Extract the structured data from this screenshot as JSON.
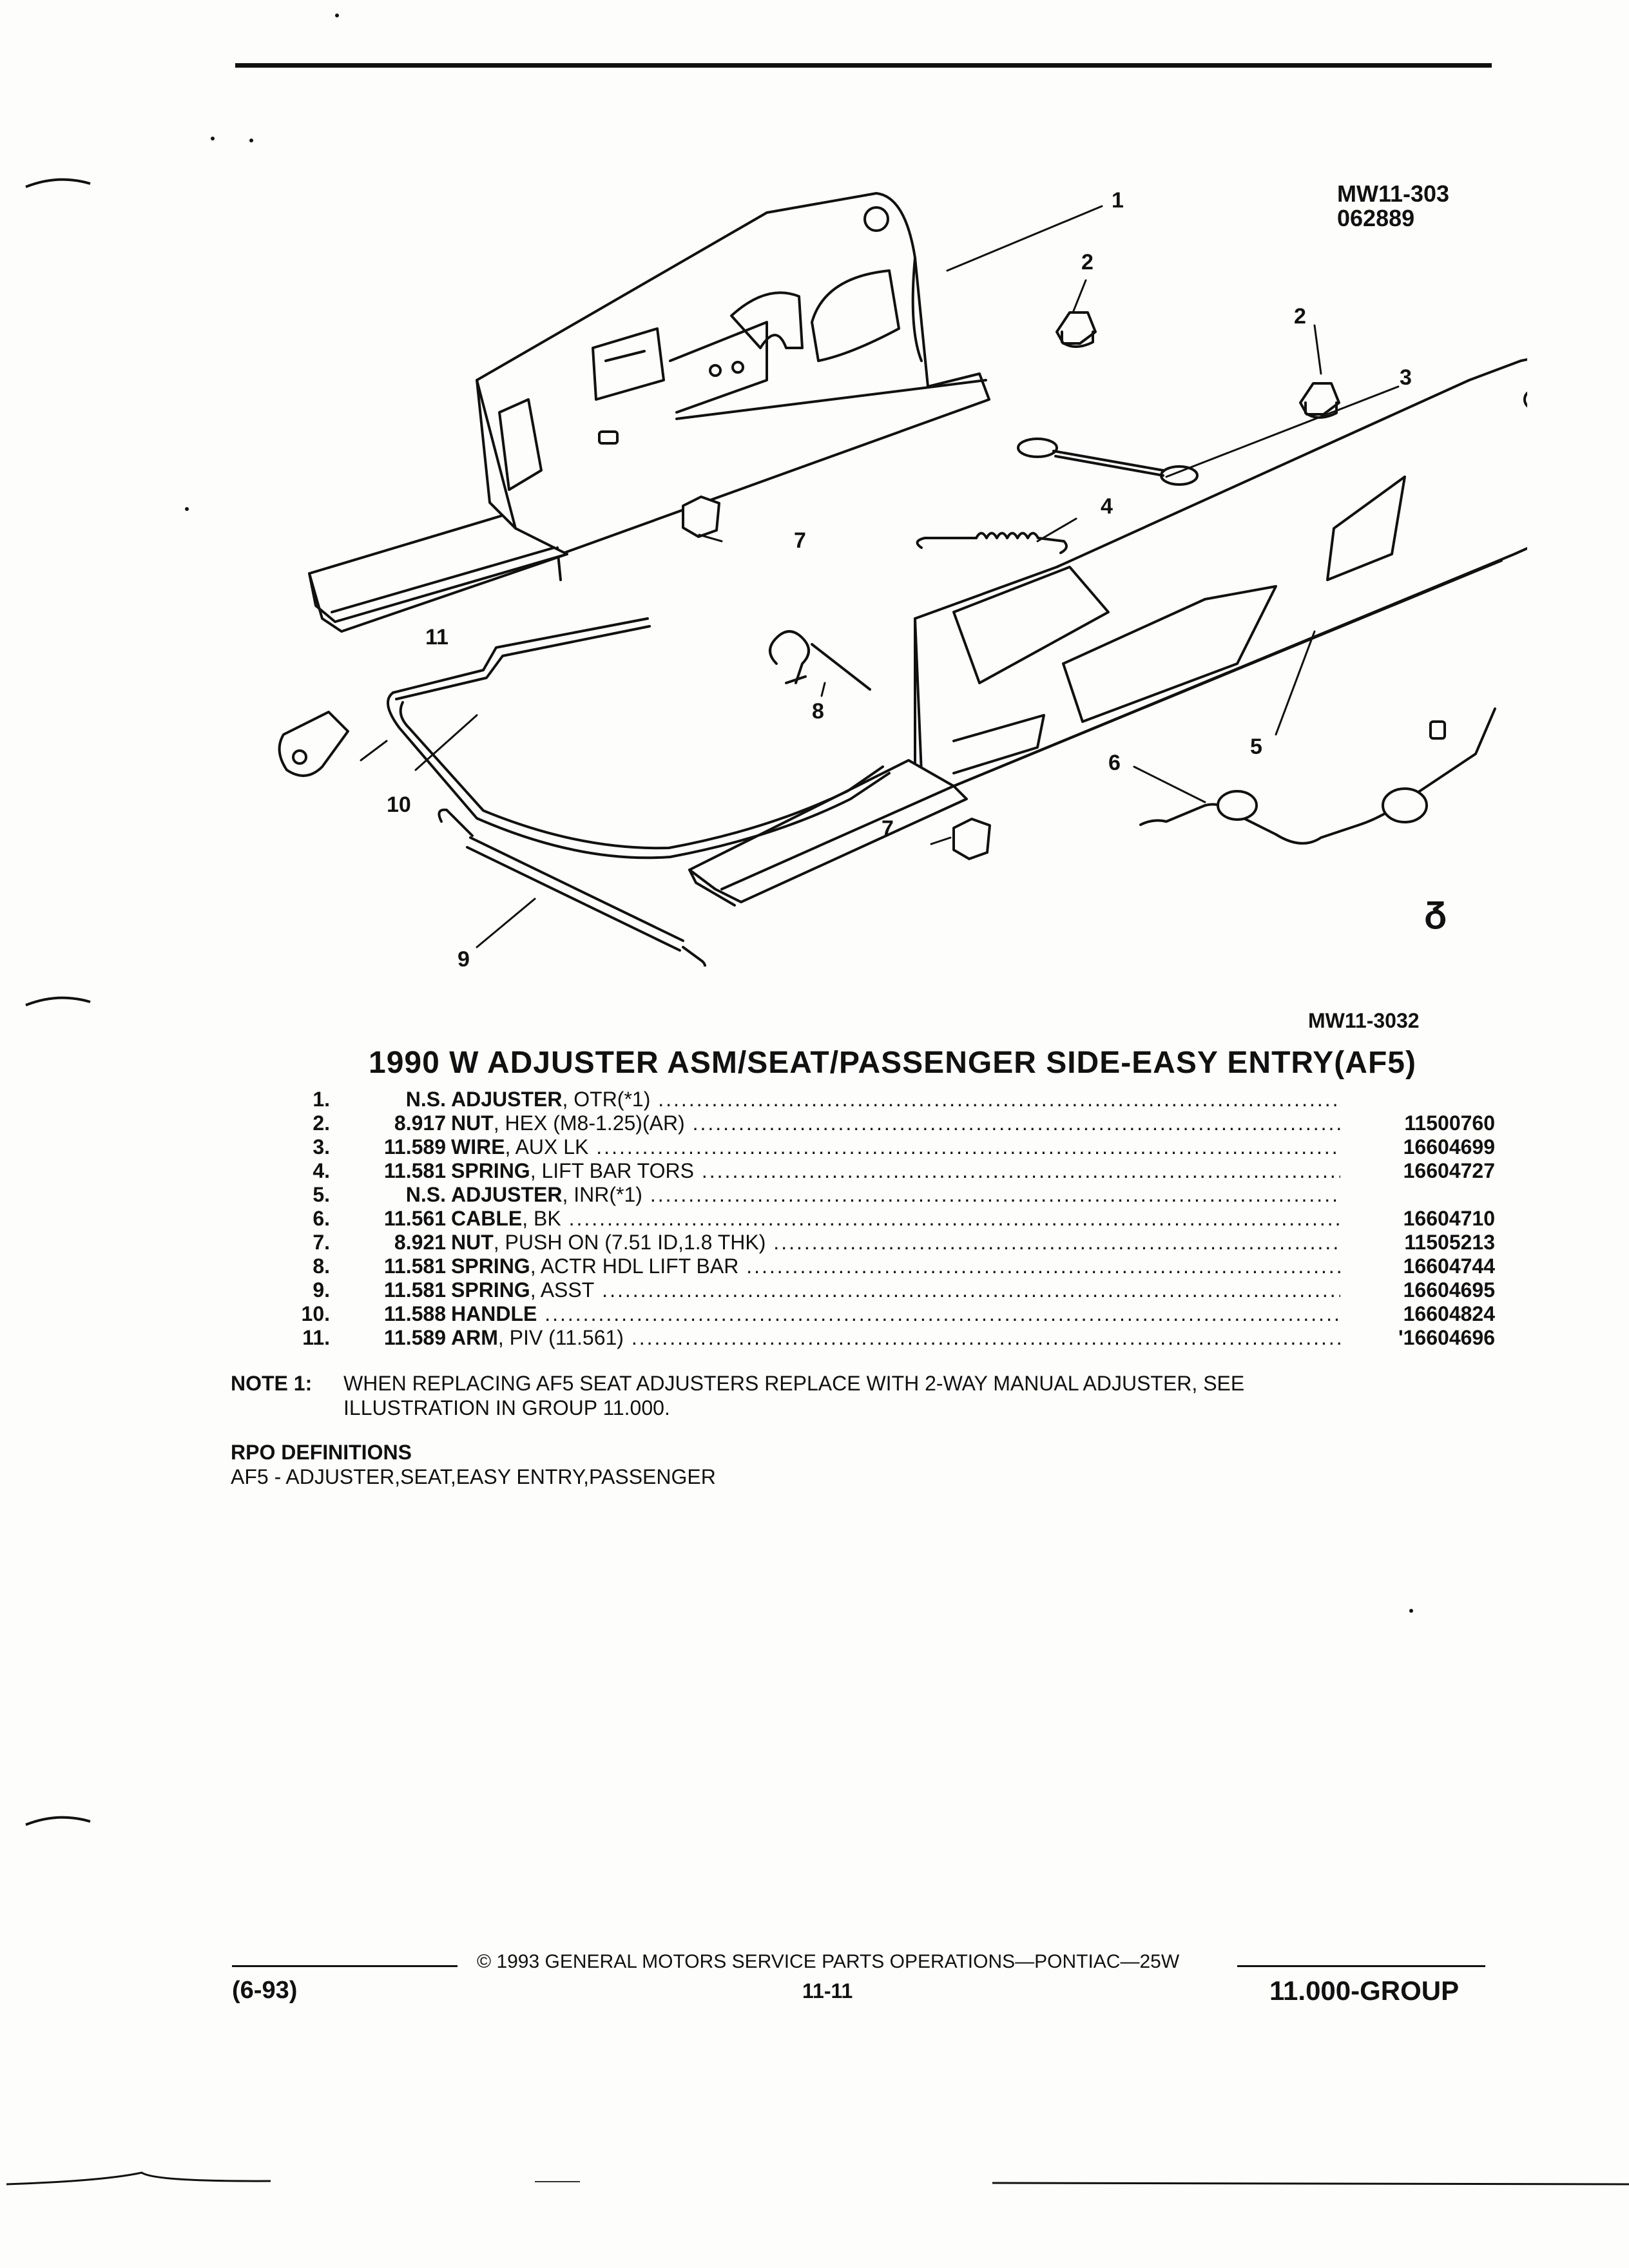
{
  "header": {
    "code_line1": "MW11-303",
    "code_line2": "062889"
  },
  "diagram": {
    "callouts": [
      "1",
      "2",
      "2",
      "3",
      "4",
      "5",
      "6",
      "7",
      "7",
      "8",
      "9",
      "10",
      "11"
    ],
    "figure_code": "MW11-3032",
    "logo_glyph": "ᵹ"
  },
  "title": "1990 W ADJUSTER ASM/SEAT/PASSENGER SIDE-EASY ENTRY(AF5)",
  "parts": [
    {
      "num": "1.",
      "group": "N.S.",
      "name": "ADJUSTER",
      "detail": ", OTR(*1)",
      "part": ""
    },
    {
      "num": "2.",
      "group": "8.917",
      "name": "NUT",
      "detail": ", HEX (M8-1.25)(AR)",
      "part": "11500760"
    },
    {
      "num": "3.",
      "group": "11.589",
      "name": "WIRE",
      "detail": ", AUX LK",
      "part": "16604699"
    },
    {
      "num": "4.",
      "group": "11.581",
      "name": "SPRING",
      "detail": ", LIFT BAR TORS",
      "part": "16604727"
    },
    {
      "num": "5.",
      "group": "N.S.",
      "name": "ADJUSTER",
      "detail": ", INR(*1)",
      "part": ""
    },
    {
      "num": "6.",
      "group": "11.561",
      "name": "CABLE",
      "detail": ", BK",
      "part": "16604710"
    },
    {
      "num": "7.",
      "group": "8.921",
      "name": "NUT",
      "detail": ", PUSH ON (7.51 ID,1.8 THK)",
      "part": "11505213"
    },
    {
      "num": "8.",
      "group": "11.581",
      "name": "SPRING",
      "detail": ", ACTR HDL LIFT BAR",
      "part": "16604744"
    },
    {
      "num": "9.",
      "group": "11.581",
      "name": "SPRING",
      "detail": ", ASST",
      "part": "16604695"
    },
    {
      "num": "10.",
      "group": "11.588",
      "name": "HANDLE",
      "detail": "",
      "part": "16604824"
    },
    {
      "num": "11.",
      "group": "11.589",
      "name": "ARM",
      "detail": ", PIV (11.561)",
      "part": "'16604696"
    }
  ],
  "note": {
    "label": "NOTE  1:",
    "line1": "WHEN REPLACING AF5 SEAT ADJUSTERS REPLACE WITH 2-WAY MANUAL ADJUSTER, SEE",
    "line2": "ILLUSTRATION IN GROUP 11.000."
  },
  "rpo": {
    "title": "RPO DEFINITIONS",
    "definition": "AF5 - ADJUSTER,SEAT,EASY ENTRY,PASSENGER"
  },
  "footer": {
    "copyright": "© 1993  GENERAL MOTORS SERVICE PARTS OPERATIONS—PONTIAC—25W",
    "date": "(6-93)",
    "page": "11-11",
    "group": "11.000-GROUP"
  }
}
